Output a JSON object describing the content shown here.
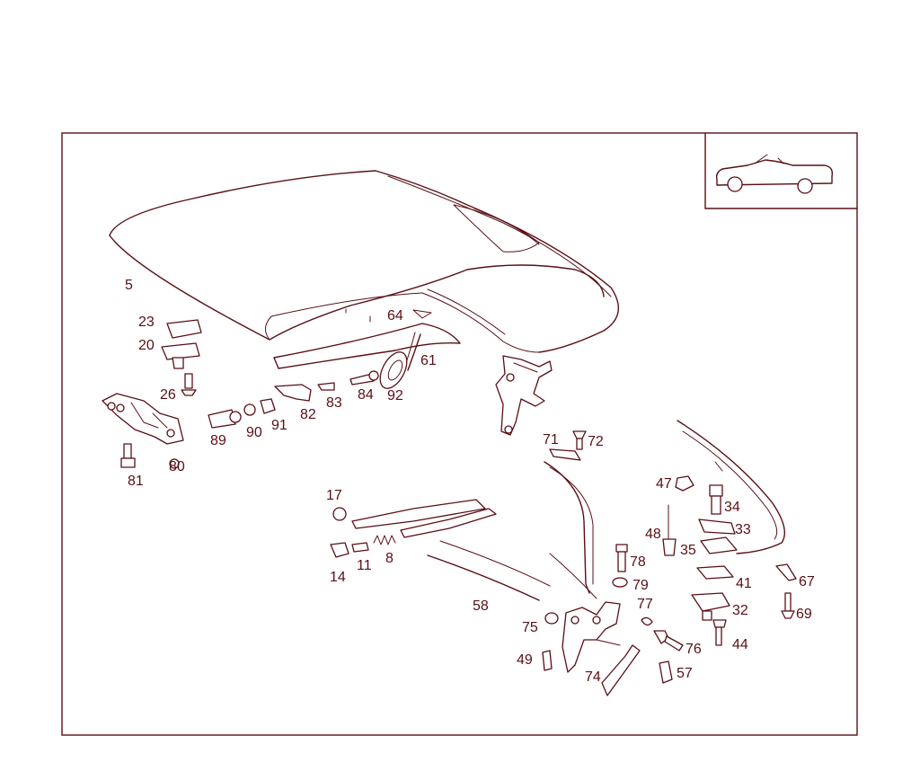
{
  "diagram": {
    "line_color": "#5a0f14",
    "background": "#ffffff",
    "part_labels": [
      "5",
      "23",
      "20",
      "26",
      "80",
      "81",
      "89",
      "90",
      "91",
      "82",
      "83",
      "84",
      "92",
      "61",
      "64",
      "71",
      "72",
      "17",
      "14",
      "11",
      "8",
      "58",
      "75",
      "49",
      "74",
      "77",
      "76",
      "57",
      "79",
      "78",
      "48",
      "35",
      "47",
      "34",
      "33",
      "41",
      "67",
      "69",
      "32",
      "44"
    ],
    "inset_icon": "convertible-car-icon"
  }
}
